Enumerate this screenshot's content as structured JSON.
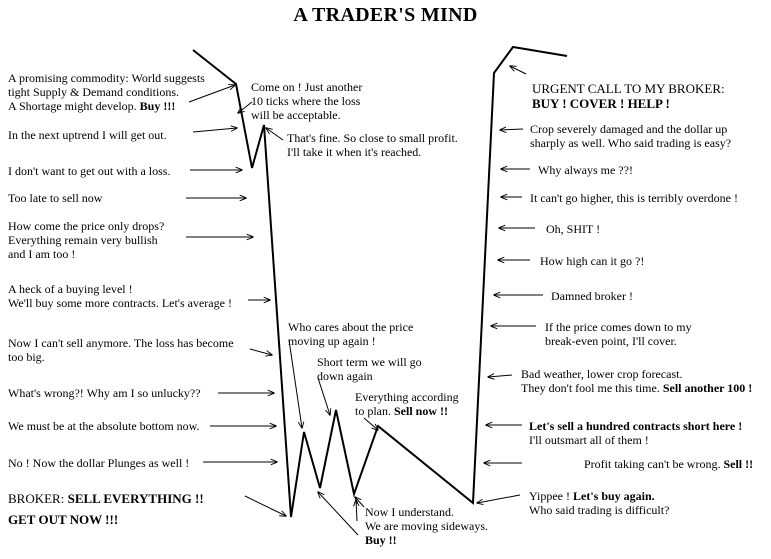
{
  "title": "A TRADER'S MIND",
  "left_notes": [
    {
      "lines": [
        {
          "text": "A promising commodity: World suggests"
        },
        {
          "text": "tight Supply & Demand conditions."
        },
        {
          "text": "A Shortage might develop.",
          "bold_tail": "  Buy !!!"
        }
      ]
    },
    {
      "lines": [
        {
          "text": "In the next uptrend I will get out."
        }
      ]
    },
    {
      "lines": [
        {
          "text": "I don't want to get out with a loss."
        }
      ]
    },
    {
      "lines": [
        {
          "text": "Too late to sell now"
        }
      ]
    },
    {
      "lines": [
        {
          "text": "How come the price only drops?"
        },
        {
          "text": "Everything remain very bullish"
        },
        {
          "text": "and I am too !"
        }
      ]
    },
    {
      "lines": [
        {
          "text": "A heck of a buying level !"
        },
        {
          "text": "We'll buy some more contracts. Let's average !"
        }
      ]
    },
    {
      "lines": [
        {
          "text": "Now I can't sell anymore. The loss has become"
        },
        {
          "text": "too big."
        }
      ]
    },
    {
      "lines": [
        {
          "text": "What's wrong?! Why am I so unlucky??"
        }
      ]
    },
    {
      "lines": [
        {
          "text": "We must be at the absolute bottom now."
        }
      ]
    },
    {
      "lines": [
        {
          "text": "No !  Now the dollar Plunges as well !"
        }
      ]
    },
    {
      "lines": [
        {
          "text": "BROKER:  ",
          "bold_tail": "SELL EVERYTHING !!"
        },
        {
          "text": "",
          "bold_tail": "GET OUT NOW !!!"
        }
      ]
    }
  ],
  "center_notes": [
    {
      "lines": [
        {
          "text": "Come on ! Just another"
        },
        {
          "text": "10 ticks where the loss"
        },
        {
          "text": "will be acceptable."
        }
      ]
    },
    {
      "lines": [
        {
          "text": "That's fine. So close to small profit."
        },
        {
          "text": "I'll take it when it's reached."
        }
      ]
    },
    {
      "lines": [
        {
          "text": "Who cares about the price"
        },
        {
          "text": "moving up again !"
        }
      ]
    },
    {
      "lines": [
        {
          "text": "Short term we will go"
        },
        {
          "text": "down again"
        }
      ]
    },
    {
      "lines": [
        {
          "text": "Everything according"
        },
        {
          "text": "to plan.",
          "bold_tail": "  Sell now !!"
        }
      ]
    },
    {
      "lines": [
        {
          "text": "Now I understand."
        },
        {
          "text": "We are moving sideways."
        },
        {
          "text": "",
          "bold_tail": "Buy !!"
        }
      ]
    }
  ],
  "right_notes": [
    {
      "lines": [
        {
          "text": "URGENT CALL TO MY BROKER:"
        },
        {
          "text": "",
          "bold_tail": "BUY ! COVER ! HELP !"
        }
      ]
    },
    {
      "lines": [
        {
          "text": "Crop severely damaged and the dollar up"
        },
        {
          "text": "sharply as well. Who said trading is easy?"
        }
      ]
    },
    {
      "lines": [
        {
          "text": "Why always me ??!"
        }
      ]
    },
    {
      "lines": [
        {
          "text": "It can't go higher, this is terribly overdone !"
        }
      ]
    },
    {
      "lines": [
        {
          "text": "Oh, SHIT !"
        }
      ]
    },
    {
      "lines": [
        {
          "text": "How high can it go ?!"
        }
      ]
    },
    {
      "lines": [
        {
          "text": "Damned broker !"
        }
      ]
    },
    {
      "lines": [
        {
          "text": "If the price comes down to my"
        },
        {
          "text": "break-even point, I'll cover."
        }
      ]
    },
    {
      "lines": [
        {
          "text": "Bad weather, lower crop forecast."
        },
        {
          "text": "They don't fool me this time.",
          "bold_tail": " Sell another 100 !"
        }
      ]
    },
    {
      "lines": [
        {
          "text": "",
          "bold_tail": "Let's sell a hundred contracts short here !"
        },
        {
          "text": "I'll outsmart all of them !"
        }
      ]
    },
    {
      "lines": [
        {
          "text": "Profit taking can't be wrong.",
          "bold_tail": "  Sell !!"
        }
      ]
    },
    {
      "lines": [
        {
          "text": "Yippee ! ",
          "bold_tail": "Let's buy again."
        },
        {
          "text": "Who said trading is difficult?"
        }
      ]
    }
  ]
}
